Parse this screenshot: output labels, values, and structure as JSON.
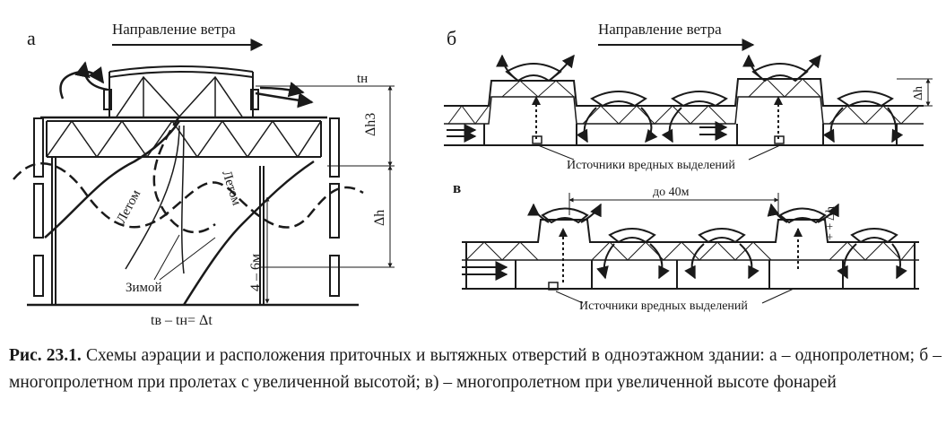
{
  "panel_a": {
    "letter": "а",
    "wind_direction": "Направление ветра",
    "summer_left": "Летом",
    "summer_right": "Летом",
    "winter": "Зимой",
    "t_outer": "tн",
    "dh3": "Δh3",
    "dh": "Δh",
    "height": "4 – 6м",
    "formula": "tв – tн= Δt"
  },
  "panel_b": {
    "letter": "б",
    "wind_direction": "Направление ветра",
    "sources": "Источники вредных выделений",
    "dh": "Δh"
  },
  "panel_c": {
    "letter": "в",
    "distance": "до 40м",
    "dh_plus": "+ + Δh",
    "sources": "Источники вредных выделений"
  },
  "caption": {
    "label": "Рис. 23.1.",
    "text": " Схемы аэрации и расположения приточных и вытяжных отверстий в одноэтажном здании: а – однопролетном; б – многопролетном при пролетах с увеличенной высотой; в) – многопролетном при увеличенной высоте фонарей"
  }
}
